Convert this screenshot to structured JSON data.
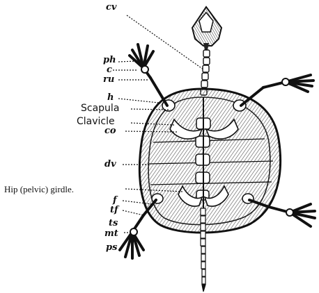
{
  "figure": {
    "subject": "turtle-skeleton",
    "labels": {
      "cv": "cv",
      "ph": "ph",
      "c": "c",
      "ru": "ru",
      "h": "h",
      "scapula": "Scapula",
      "clavicle": "Clavicle",
      "co": "co",
      "dv": "dv",
      "hip": "Hip (pelvic) girdle.",
      "f": "f",
      "tf": "tf",
      "ts": "ts",
      "mt": "mt",
      "ps": "ps"
    }
  }
}
